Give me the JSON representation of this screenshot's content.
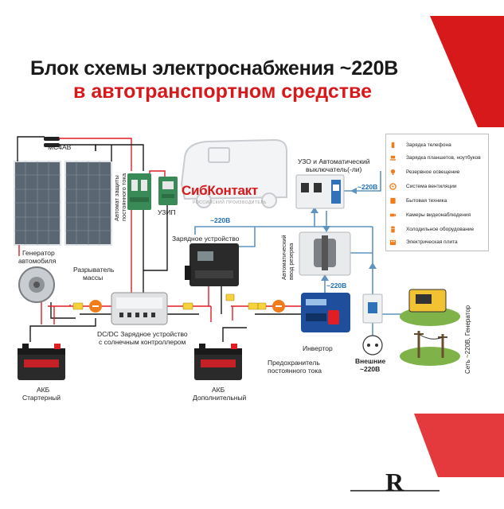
{
  "header": {
    "title_line1": "Блок схемы электроснабжения ~220В",
    "title_line2": "в автотранспортном средстве"
  },
  "labels": {
    "mc4": "MC4AB",
    "dc_breaker": "Автомат защиты постоянного тока",
    "uzip": "УЗИП",
    "logo_brand": "СибКонтакт",
    "logo_sub": "РОССИЙСКИЙ ПРОИЗВОДИТЕЛЬ",
    "rcd_line1": "УЗО и Автоматический",
    "rcd_line2": "выключатель(-ли)",
    "v220_top": "~220В",
    "v220_left": "~220В",
    "v220_mid": "~220В",
    "charger": "Зарядное  устройство",
    "ats": "Автоматический ввод резерва",
    "alt_line1": "Генератор",
    "alt_line2": "автомобиля",
    "disc_line1": "Разрыватель",
    "disc_line2": "массы",
    "dcdc_line1": "DC/DC Зарядное устройство",
    "dcdc_line2": "с солнечным контроллером",
    "fuse_line1": "Предохранитель",
    "fuse_line2": "постоянного тока",
    "inverter": "Инвертор",
    "ext_line1": "Внешние",
    "ext_line2": "~220В",
    "akb1_line1": "АКБ",
    "akb1_line2": "Стартерный",
    "akb2_line1": "АКБ",
    "akb2_line2": "Дополнительный",
    "grid_gen": "Сеть ~220В, Генератор",
    "brand_mark": "R"
  },
  "consumers": [
    {
      "label": "Зарядка телефона",
      "icon": "phone-icon"
    },
    {
      "label": "Зарядка планшетов, ноутбуков",
      "icon": "laptop-icon"
    },
    {
      "label": "Резервное освещение",
      "icon": "bulb-icon"
    },
    {
      "label": "Система вентиляции",
      "icon": "fan-icon"
    },
    {
      "label": "Бытовая техника",
      "icon": "appliance-icon"
    },
    {
      "label": "Камеры видеонаблюдения",
      "icon": "camera-icon"
    },
    {
      "label": "Холодильное оборудование",
      "icon": "fridge-icon"
    },
    {
      "label": "Электрическая плита",
      "icon": "stove-icon"
    }
  ],
  "colors": {
    "accent_red": "#d7191c",
    "wire_red": "#e01e25",
    "wire_black": "#1a1a1a",
    "wire_blue": "#5f93bf",
    "label_blue": "#1f6fb4",
    "icon_orange": "#f07d1a",
    "fuse_yellow": "#f6d33c"
  }
}
